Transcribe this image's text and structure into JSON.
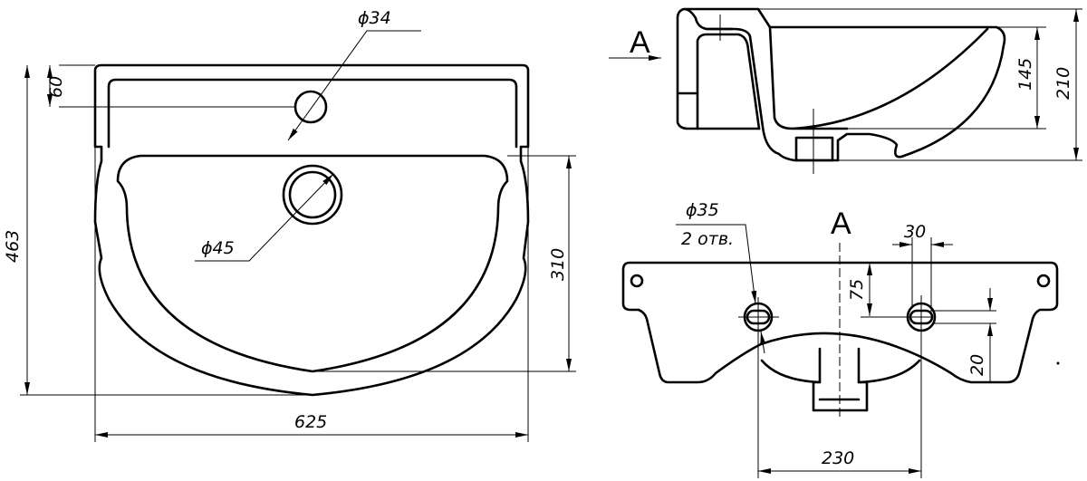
{
  "title": "Washbasin 625 technical drawing",
  "top_view": {
    "tap_hole_diameter": "ϕ34",
    "tap_hole_offset": "60",
    "overall_depth": "463",
    "drain_diameter": "ϕ45",
    "bowl_depth": "310",
    "overall_width": "625"
  },
  "side_view": {
    "section_label": "A",
    "bowl_height": "145",
    "overall_height": "210"
  },
  "front_view": {
    "view_label": "A",
    "mount_hole_diameter": "ϕ35",
    "mount_hole_count": "2 отв.",
    "slot_width": "30",
    "hole_height": "75",
    "slot_height": "20",
    "hole_spacing": "230"
  },
  "colors": {
    "line": "#000000",
    "background": "#ffffff"
  }
}
